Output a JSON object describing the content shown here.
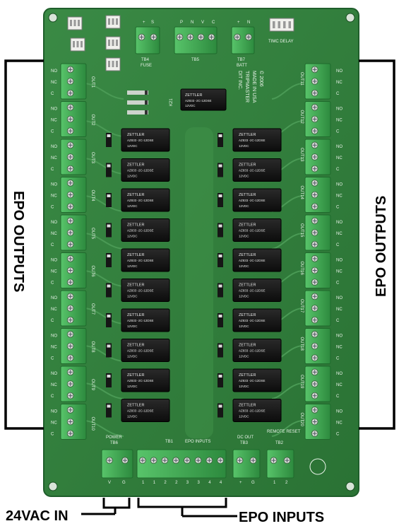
{
  "colors": {
    "pcb": "#2f7d3a",
    "pcb_dark": "#1f5e2b",
    "trace": "#4a9a55",
    "terminal": "#49b35a",
    "terminal_dark": "#2d8a3e",
    "relay": "#161616",
    "relay_label": "#e8e8e8",
    "silkscreen": "#e9f3e9",
    "callout": "#000000"
  },
  "callouts": {
    "left_bracket_label": "EPO OUTPUTS",
    "right_bracket_label": "EPO OUTPUTS",
    "power_label": "24VAC IN",
    "inputs_label": "EPO INPUTS"
  },
  "board": {
    "manufacturer_lines": [
      "DIT INC.",
      "TRIPMASTER",
      "MADE IN USA",
      "© 2006"
    ],
    "top_blocks": {
      "tb4": {
        "label": "TB4",
        "sub": "FUSE",
        "pins": [
          "+",
          "S"
        ]
      },
      "tb5": {
        "label": "TB5",
        "pins": [
          "P",
          "N",
          "V",
          "C"
        ]
      },
      "tb7": {
        "label": "TB7",
        "sub": "BATT",
        "pins": [
          "+",
          "N"
        ]
      },
      "delay": {
        "label": "TIMC DELAY"
      }
    },
    "relay_text": {
      "brand": "ZETTLER",
      "model": "AZ833 -2C-12DSE",
      "rating": "12VDC"
    },
    "relay_small_label": "K21",
    "left_outputs": [
      "OUT1",
      "OUT2",
      "OUT3",
      "OUT4",
      "OUT5",
      "OUT6",
      "OUT7",
      "OUT8",
      "OUT9",
      "OUT10"
    ],
    "right_outputs": [
      "OUT11",
      "OUT12",
      "OUT13",
      "OUT14",
      "OUT15",
      "OUT16",
      "OUT17",
      "OUT18",
      "OUT19",
      "OUT20"
    ],
    "terminal_pin_labels": [
      "NO",
      "NC",
      "C"
    ],
    "bottom": {
      "power": {
        "label": "POWER",
        "id": "TB6",
        "pins": [
          "V",
          "G"
        ]
      },
      "inputs": {
        "label": "EPO INPUTS",
        "id": "TB1",
        "pins": [
          "1",
          "1",
          "2",
          "2",
          "3",
          "3",
          "4",
          "4"
        ]
      },
      "dc_out": {
        "label": "DC OUT",
        "id": "TB3",
        "pins": [
          "+",
          "G"
        ]
      },
      "remote": {
        "label": "REMOTE RESET",
        "id": "TB2",
        "pins": [
          "1",
          "2"
        ]
      }
    }
  }
}
